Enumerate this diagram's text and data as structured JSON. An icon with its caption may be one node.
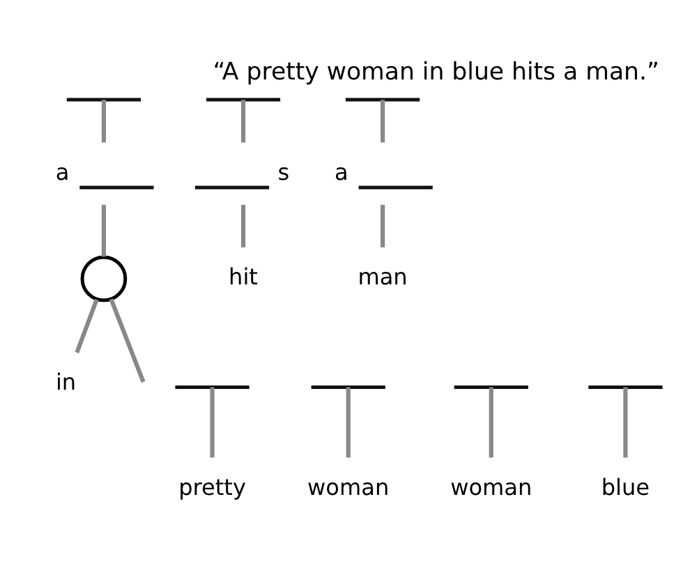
{
  "diagram": {
    "title": "“A pretty woman in blue hits a man.”",
    "nodes": [
      {
        "text": [],
        "shape": "bar"
      },
      {
        "text": [],
        "shape": "bar"
      },
      {
        "text": [],
        "shape": "bar"
      },
      {
        "text": [
          "a"
        ]
      },
      {
        "text": [
          "s"
        ]
      },
      {
        "text": [
          "a"
        ]
      },
      {
        "text": [
          "hit"
        ]
      },
      {
        "text": [
          "man"
        ]
      },
      {
        "text": [],
        "shape": "circle"
      },
      {
        "text": [],
        "shape": "bar"
      },
      {
        "text": [],
        "shape": "bar"
      },
      {
        "text": [],
        "shape": "bar"
      },
      {
        "text": [
          "in"
        ]
      },
      {
        "text": [],
        "shape": "bar"
      },
      {
        "text": [
          "pretty"
        ]
      },
      {
        "text": [
          "woman"
        ]
      },
      {
        "text": [
          "woman"
        ]
      },
      {
        "text": [
          "blue"
        ]
      }
    ],
    "edges": [
      {
        "from": 0,
        "to": 3,
        "arrow": "none"
      },
      {
        "from": 1,
        "to": 4,
        "arrow": "none"
      },
      {
        "from": 2,
        "to": 5,
        "arrow": "none"
      },
      {
        "from": 4,
        "to": 6,
        "arrow": "none"
      },
      {
        "from": 5,
        "to": 7,
        "arrow": "none"
      },
      {
        "from": 3,
        "to": 8,
        "arrow": "none"
      },
      {
        "from": 8,
        "to": null,
        "arrow": "none"
      },
      {
        "from": 8,
        "to": 12,
        "arrow": "none"
      },
      {
        "from": 9,
        "to": 14,
        "arrow": "none"
      },
      {
        "from": 10,
        "to": 15,
        "arrow": "none"
      },
      {
        "from": 11,
        "to": 16,
        "arrow": "none"
      },
      {
        "from": 13,
        "to": 17,
        "arrow": "none"
      }
    ]
  }
}
